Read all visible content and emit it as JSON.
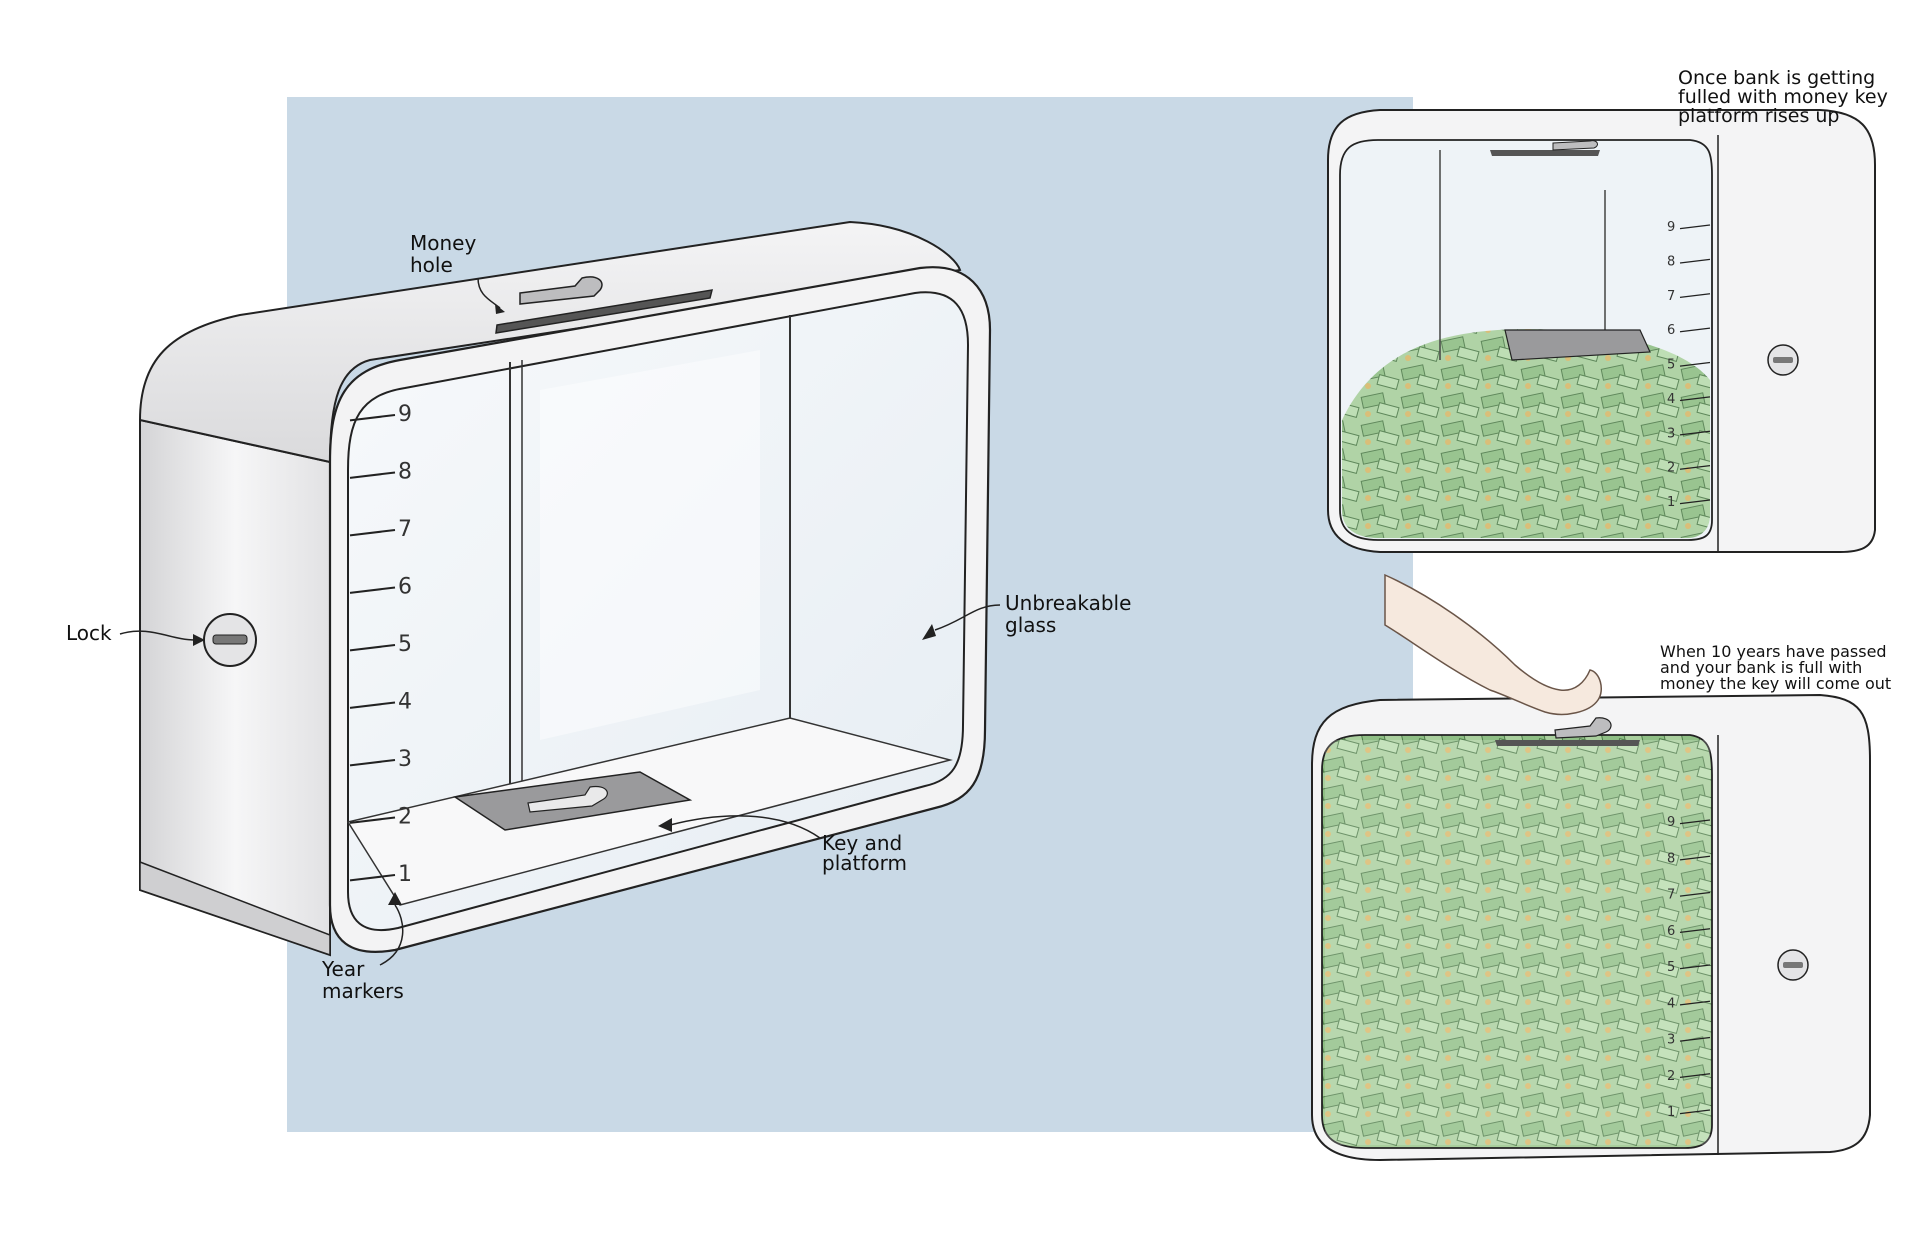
{
  "labels": {
    "money_hole": [
      "Money",
      "hole"
    ],
    "lock": "Lock",
    "unbreakable_glass": [
      "Unbreakable",
      "glass"
    ],
    "key_and_platform": [
      "Key and",
      "platform"
    ],
    "year_markers": [
      "Year",
      "markers"
    ]
  },
  "captions": {
    "rising_platform": [
      "Once bank is getting",
      "fulled with money key",
      "platform rises up"
    ],
    "key_out": [
      "When 10 years have passed",
      "and your bank is full with",
      "money the key will come out"
    ]
  },
  "year_marks": [
    "1",
    "2",
    "3",
    "4",
    "5",
    "6",
    "7",
    "8",
    "9"
  ],
  "colors": {
    "backdrop": "#c9d9e6",
    "box_body": "#f2f2f3",
    "glass": "#eef3f7",
    "money": "#8fbf85",
    "platform": "#9a9a9c",
    "line": "#222222"
  }
}
